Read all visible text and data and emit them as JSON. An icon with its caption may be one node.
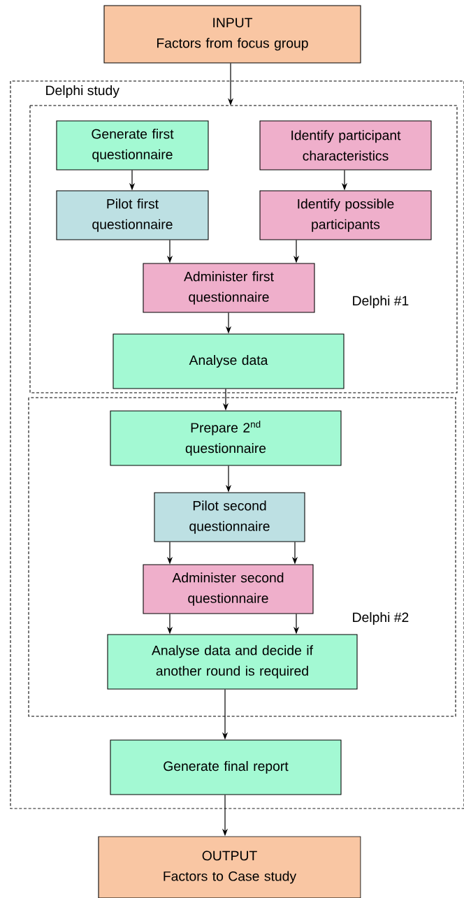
{
  "diagram": {
    "nodes": [
      {
        "text": [
          "INPUT",
          "Factors from focus group"
        ]
      },
      {
        "text": [
          "Delphi study"
        ]
      },
      {
        "text": [
          "Delphi #1"
        ],
        "in": 1
      },
      {
        "text": [
          "Generate first questionnaire"
        ],
        "in": 2
      },
      {
        "text": [
          "Identify participant characteristics"
        ],
        "in": 2
      },
      {
        "text": [
          "Pilot first questionnaire"
        ],
        "in": 2
      },
      {
        "text": [
          "Identify possible participants"
        ],
        "in": 2
      },
      {
        "text": [
          "Administer first questionnaire"
        ],
        "in": 2
      },
      {
        "text": [
          "Analyse data"
        ],
        "in": 2
      },
      {
        "text": [
          "Delphi #2"
        ],
        "in": 1
      },
      {
        "text": [
          "Prepare 2$^{nd}$ questionnaire"
        ],
        "in": 9
      },
      {
        "text": [
          "Pilot second questionnaire"
        ],
        "in": 9
      },
      {
        "text": [
          "Administer second questionnaire"
        ],
        "in": 9
      },
      {
        "text": [
          "Analyse data and decide if another round is required"
        ],
        "in": 9
      },
      {
        "text": [
          "Generate final report"
        ],
        "in": 1
      },
      {
        "text": [
          "OUTPUT",
          "Factors to Case study"
        ]
      }
    ],
    "edges": [
      {
        "from": 0,
        "to": 2,
        "arrow": "to"
      },
      {
        "from": 3,
        "to": 5,
        "arrow": "to"
      },
      {
        "from": 4,
        "to": 6,
        "arrow": "to"
      },
      {
        "from": 5,
        "to": 7,
        "arrow": "to"
      },
      {
        "from": 6,
        "to": 7,
        "arrow": "to"
      },
      {
        "from": 7,
        "to": 8,
        "arrow": "to"
      },
      {
        "from": 8,
        "to": 10,
        "arrow": "to"
      },
      {
        "from": 10,
        "to": 11,
        "arrow": "to"
      },
      {
        "from": 11,
        "to": 12,
        "arrow": "to"
      },
      {
        "from": 11,
        "to": 12,
        "arrow": "to"
      },
      {
        "from": 12,
        "to": 13,
        "arrow": "to"
      },
      {
        "from": 12,
        "to": 13,
        "arrow": "to"
      },
      {
        "from": 13,
        "to": 14,
        "arrow": "to"
      },
      {
        "from": 14,
        "to": 15,
        "arrow": "to"
      }
    ]
  }
}
